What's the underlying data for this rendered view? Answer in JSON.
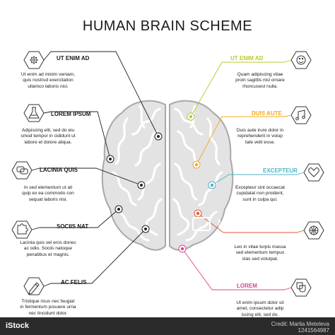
{
  "title": "HUMAN BRAIN SCHEME",
  "colors": {
    "line": "#222222",
    "green": "#b9c82a",
    "orange": "#f2a91e",
    "blue": "#4fb3c7",
    "red": "#e05a3a",
    "magenta": "#d6478f",
    "brain_fill": "#e3e3e3",
    "brain_stroke": "#9a9a9a"
  },
  "left": [
    {
      "heading": "UT ENIM AD",
      "icon": "gear-icon",
      "lines": [
        "Ut enim ad minim veniam,",
        "quis nostrud exercitation",
        "ullamco laboris nisi."
      ]
    },
    {
      "heading": "LOREM IPSUM",
      "icon": "flask-icon",
      "lines": [
        "Adipiscing elit, sed do eiu",
        "smod tempor in cididunt ut",
        "labore et dolore aliqua."
      ]
    },
    {
      "heading": "LACINIA QUIS",
      "icon": "chat-bubbles-icon",
      "lines": [
        "In sed elementum ut ali",
        "quip ex ea commodo con",
        "sequat laboris nisi."
      ]
    },
    {
      "heading": "SOCIIS NAT",
      "icon": "puzzle-icon",
      "lines": [
        "Lacinia quis vel eros donec",
        "ac odio. Sociis natoque",
        "penatibus et magnis."
      ]
    },
    {
      "heading": "AC FELIS",
      "icon": "pencil-icon",
      "lines": [
        "Tristique risus nec feugiat",
        "in fermentum posuere urna",
        "nec tincidunt dolor."
      ]
    }
  ],
  "right": [
    {
      "heading": "UT ENIM AD",
      "icon": "smiley-icon",
      "color": "#b9c82a",
      "lines": [
        "Quam adipiscing vitae",
        "proin sagittis nisl ornare",
        "rhoncusest nulla."
      ]
    },
    {
      "heading": "DUIS AUTE",
      "icon": "music-note-icon",
      "color": "#f2a91e",
      "lines": [
        "Duis aute irure dolor in",
        "reprehenderit in volup",
        "tate velit esse."
      ]
    },
    {
      "heading": "EXCEPTEUR",
      "icon": "heart-icon",
      "color": "#4fb3c7",
      "lines": [
        "Excepteur sint occaecat",
        "cupidatat non proident,",
        "sunt in culpa qui."
      ]
    },
    {
      "heading": "",
      "icon": "basketball-icon",
      "color": "#e05a3a",
      "lines": [
        "Leo in vitae turpis massa",
        "sed elementum tempus",
        "stas sed volutpat."
      ]
    },
    {
      "heading": "LOREM",
      "icon": "masks-icon",
      "color": "#d6478f",
      "lines": [
        "Ut enim ipsum dolor sit",
        "amet, consectetur adip",
        "iscing elit, sed do."
      ]
    }
  ],
  "watermark": {
    "overlay": "Marlia Meteleva",
    "brand": "iStock",
    "credit_line1": "Credit: Marlia Meteleva",
    "credit_line2": "1241564987"
  }
}
